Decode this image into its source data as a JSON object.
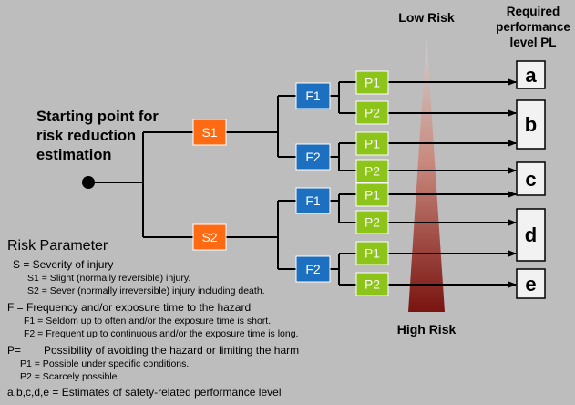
{
  "title": {
    "line1": "Starting point for",
    "line2": "risk reduction",
    "line3": "estimation"
  },
  "header": {
    "low_risk": "Low Risk",
    "high_risk": "High Risk",
    "required_line1": "Required",
    "required_line2": "performance",
    "required_line3": "level PL"
  },
  "nodes": {
    "s1": "S1",
    "s2": "S2",
    "f1_upper": "F1",
    "f2_upper": "F2",
    "f1_lower": "F1",
    "f2_lower": "F2",
    "p1": "P1",
    "p2": "P2"
  },
  "levels": [
    "a",
    "b",
    "c",
    "d",
    "e"
  ],
  "legend": {
    "heading": "Risk Parameter",
    "s_def": "S = Severity of injury",
    "s1_def": "S1 = Slight (normally reversible) injury.",
    "s2_def": "S2 = Sever (normally irreversible) injury including death.",
    "f_def": "F = Frequency and/or exposure time to the hazard",
    "f1_def": "F1 = Seldom up to often and/or the exposure time is short.",
    "f2_def": "F2 = Frequent up to continuous and/or the exposure time is long.",
    "p_def_label": "P=",
    "p_def": "Possibility of avoiding the hazard or limiting the harm",
    "p1_def": "P1 = Possible under specific conditions.",
    "p2_def": "P2 = Scarcely possible.",
    "pl_def": "a,b,c,d,e = Estimates of safety-related performance level"
  },
  "colors": {
    "background": "#bdbdbd",
    "s_box": "#ff6a13",
    "f_box": "#1d6fc0",
    "p_box": "#8cc41a",
    "pl_box": "#f2f2f2",
    "triangle_top": "#cfcfcf",
    "triangle_bottom": "#7a1410"
  }
}
